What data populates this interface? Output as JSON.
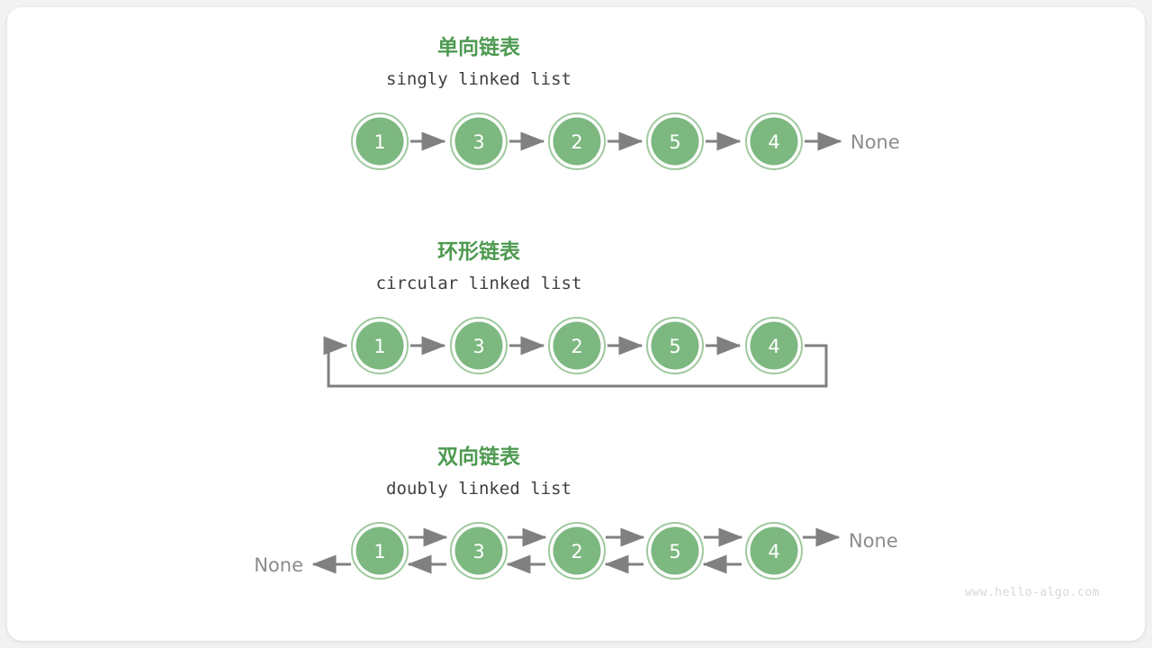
{
  "watermark": "www.hello-algo.com",
  "colors": {
    "node_fill": "#7cb87f",
    "node_ring": "#9fc99f",
    "arrow": "#808080",
    "heading": "#4e9a51",
    "subheading": "#3f3f3f",
    "none_text": "#8c8c8c",
    "card_bg": "#ffffff",
    "page_bg": "#f2f2f2",
    "watermark_text": "#d8d8d8"
  },
  "diagrams": [
    {
      "id": "singly",
      "title_cn": "单向链表",
      "title_en": "singly linked list",
      "nodes": [
        "1",
        "3",
        "2",
        "5",
        "4"
      ],
      "tail_label": "None",
      "head_label": "",
      "circular": false,
      "doubly": false
    },
    {
      "id": "circular",
      "title_cn": "环形链表",
      "title_en": "circular linked list",
      "nodes": [
        "1",
        "3",
        "2",
        "5",
        "4"
      ],
      "tail_label": "",
      "head_label": "",
      "circular": true,
      "doubly": false
    },
    {
      "id": "doubly",
      "title_cn": "双向链表",
      "title_en": "doubly linked list",
      "nodes": [
        "1",
        "3",
        "2",
        "5",
        "4"
      ],
      "tail_label": "None",
      "head_label": "None",
      "circular": false,
      "doubly": true
    }
  ]
}
